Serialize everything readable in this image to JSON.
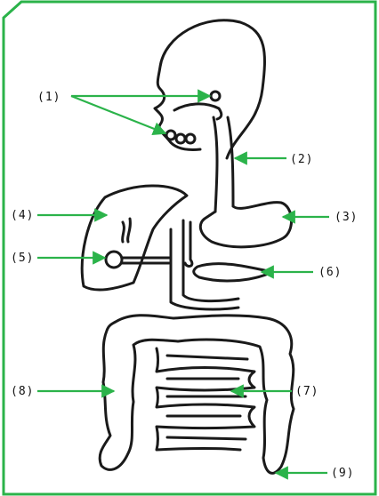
{
  "colors": {
    "arrow": "#2bb34a",
    "outline": "#1a1a1a",
    "frame": "#2bb34a"
  },
  "labels": {
    "l1": "(1)",
    "l2": "(2)",
    "l3": "(3)",
    "l4": "(4)",
    "l5": "(5)",
    "l6": "(6)",
    "l7": "(7)",
    "l8": "(8)",
    "l9": "(9)"
  }
}
